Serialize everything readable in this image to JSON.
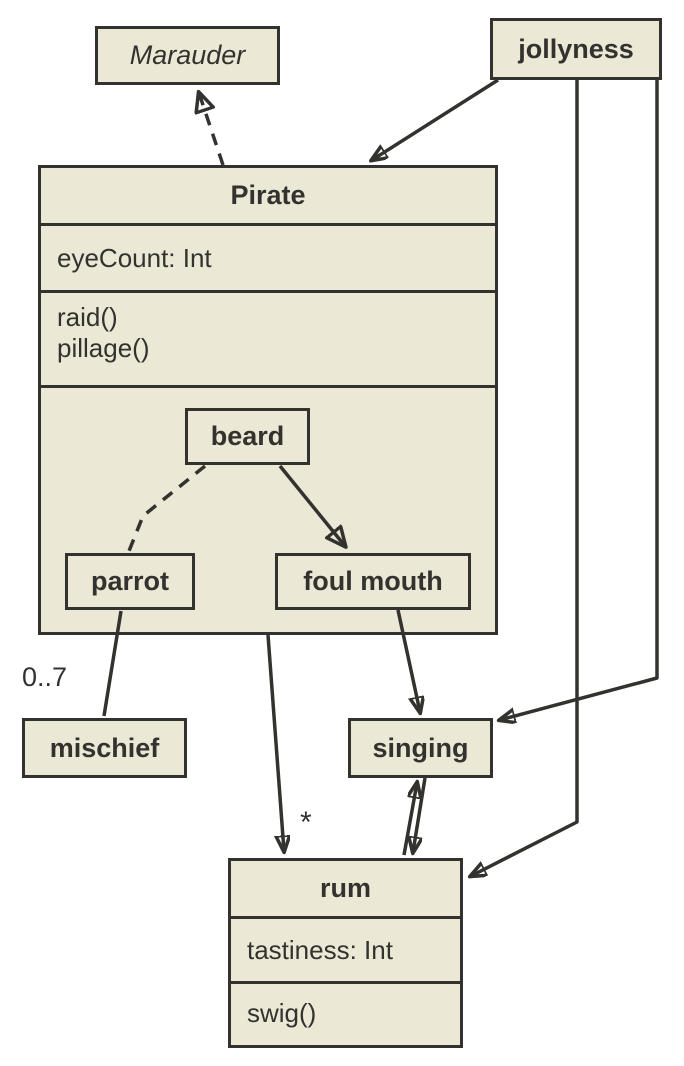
{
  "diagram": {
    "background": "#ffffff",
    "node_fill": "#ece8d6",
    "stroke": "#33322e",
    "nodes": {
      "marauder": {
        "label": "Marauder"
      },
      "jollyness": {
        "label": "jollyness"
      },
      "pirate": {
        "title": "Pirate",
        "attributes": [
          "eyeCount: Int"
        ],
        "methods": [
          "raid()",
          "pillage()"
        ],
        "children": {
          "beard": {
            "label": "beard"
          },
          "parrot": {
            "label": "parrot"
          },
          "foul_mouth": {
            "label": "foul mouth"
          }
        }
      },
      "mischief": {
        "label": "mischief"
      },
      "singing": {
        "label": "singing"
      },
      "rum": {
        "title": "rum",
        "attributes": [
          "tastiness: Int"
        ],
        "methods": [
          "swig()"
        ]
      }
    },
    "edge_labels": {
      "parrot_mischief": "0..7",
      "pirate_rum": "*"
    }
  }
}
